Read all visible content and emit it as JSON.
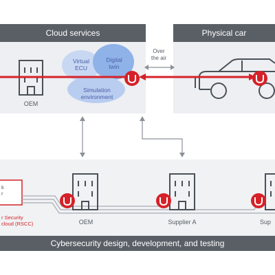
{
  "cloud_panel": {
    "title": "Cloud services",
    "oem_label": "OEM",
    "virtual_ecu": "Virtual\nECU",
    "digital_twin": "Digital\ntwin",
    "simulation": "Simulation\nenvironment"
  },
  "car_panel": {
    "title": "Physical car"
  },
  "link": {
    "over_the_air": "Over\nthe air"
  },
  "bottom": {
    "tool_label": "k\nr",
    "tool_caption": "r Security\ncloud (RSCC)",
    "nodes": [
      {
        "label": "OEM"
      },
      {
        "label": "Supplier A"
      },
      {
        "label": "Sup"
      }
    ],
    "footer": "Cybersecurity design, development, and testing"
  },
  "colors": {
    "accent_red": "#d62128",
    "header_gray": "#5a5f66",
    "panel_bg": "#edeff2",
    "cloud_blue": "#8fb2e8"
  }
}
